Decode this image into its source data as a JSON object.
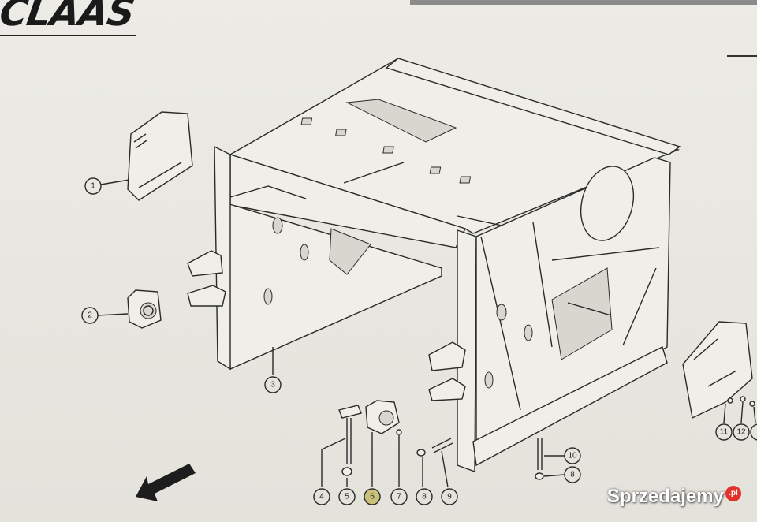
{
  "header": {
    "logo_text": "CLAAS"
  },
  "watermark": {
    "text": "Sprzedajemy",
    "badge": ".pl"
  },
  "callouts": [
    {
      "id": "c1",
      "label": "1"
    },
    {
      "id": "c2",
      "label": "2"
    },
    {
      "id": "c3",
      "label": "3"
    },
    {
      "id": "c4",
      "label": "4"
    },
    {
      "id": "c5",
      "label": "5"
    },
    {
      "id": "c6",
      "label": "6"
    },
    {
      "id": "c7",
      "label": "7"
    },
    {
      "id": "c8",
      "label": "8"
    },
    {
      "id": "c9",
      "label": "9"
    },
    {
      "id": "c10",
      "label": "10"
    },
    {
      "id": "c8b",
      "label": "8"
    },
    {
      "id": "c11",
      "label": "11"
    },
    {
      "id": "c12",
      "label": "12"
    }
  ],
  "icons": {
    "direction": "arrow-icon"
  }
}
